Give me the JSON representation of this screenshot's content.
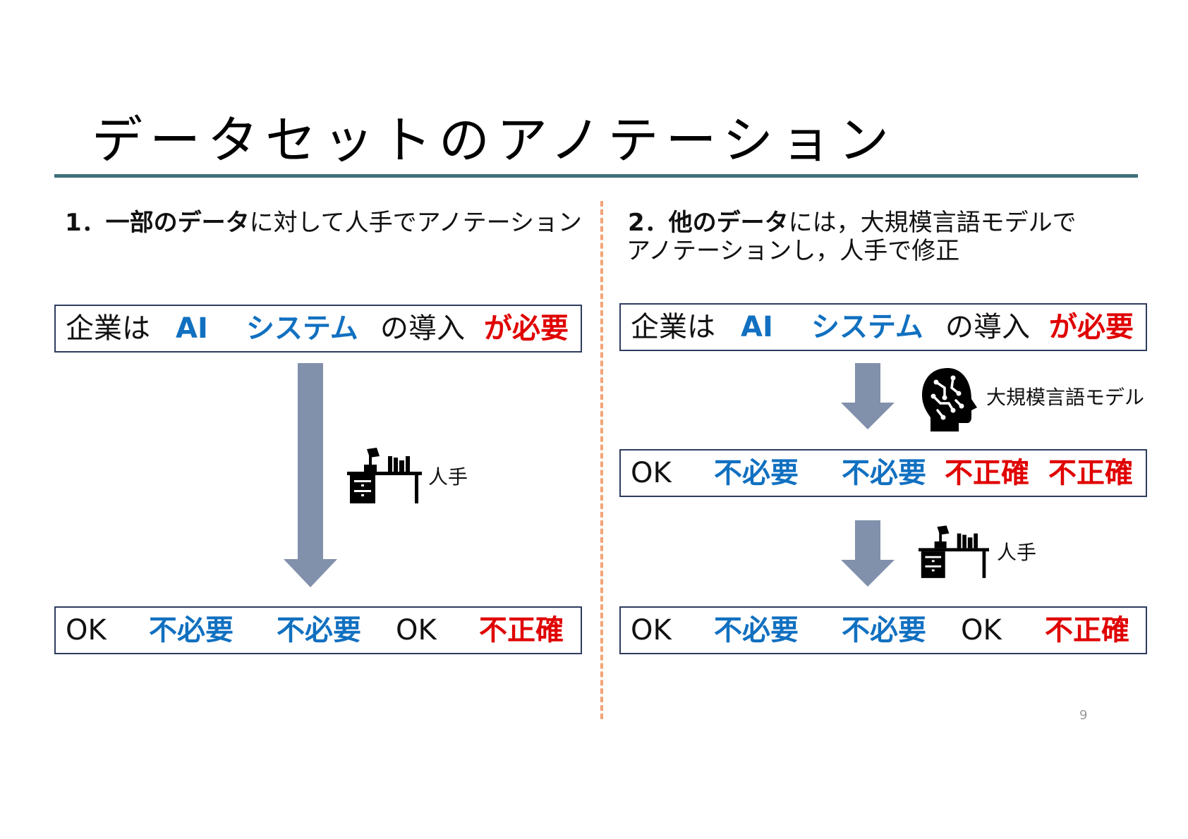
{
  "slide": {
    "title": "データセットのアノテーション",
    "page_number": "9"
  },
  "left": {
    "heading": {
      "num": "1．",
      "bold": "一部のデータ",
      "rest": "に対して人手でアノテーション"
    },
    "input_row": [
      "企業は",
      "AI",
      "システム",
      "の導入",
      "が必要"
    ],
    "output_row": [
      "OK",
      "不必要",
      "不必要",
      "OK",
      "不正確"
    ],
    "human_label": "人手"
  },
  "right": {
    "heading": {
      "num": "2．",
      "bold": "他のデータ",
      "rest1": "には，大規模言語モデルで",
      "line2": "アノテーションし，人手で修正"
    },
    "input_row": [
      "企業は",
      "AI",
      "システム",
      "の導入",
      "が必要"
    ],
    "llm_row": [
      "OK",
      "不必要",
      "不必要",
      "不正確",
      "不正確"
    ],
    "final_row": [
      "OK",
      "不必要",
      "不必要",
      "OK",
      "不正確"
    ],
    "llm_label": "大規模言語モデル",
    "human_label": "人手"
  },
  "colors": {
    "blue": "#1170c0",
    "red": "#e00000",
    "arrow": "#8190ab",
    "box_border": "#2e3c5e",
    "rule": "#3f7079",
    "divider": "#f3a477"
  },
  "icons": [
    "desk-lamp-icon",
    "ai-head-icon"
  ]
}
